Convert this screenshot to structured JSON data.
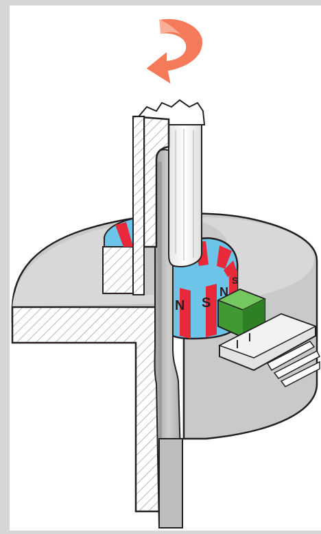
{
  "illustration": {
    "magnet_labels": [
      "N",
      "S",
      "N",
      "S"
    ]
  },
  "colors": {
    "frame_background": "#d6d6d6",
    "canvas_background": "#ffffff",
    "housing_gray": "#c9c9c9",
    "housing_top": "#d8d8d8",
    "shaft_gray": "#bdbdbd",
    "magnet_red": "#e8293a",
    "magnet_blue": "#6cc4e8",
    "sensor_green": "#4caf3d",
    "rotation_arrow": "#f47a5a",
    "outline": "#231f20"
  },
  "icons": {
    "rotation": "rotation-arrow-icon"
  }
}
